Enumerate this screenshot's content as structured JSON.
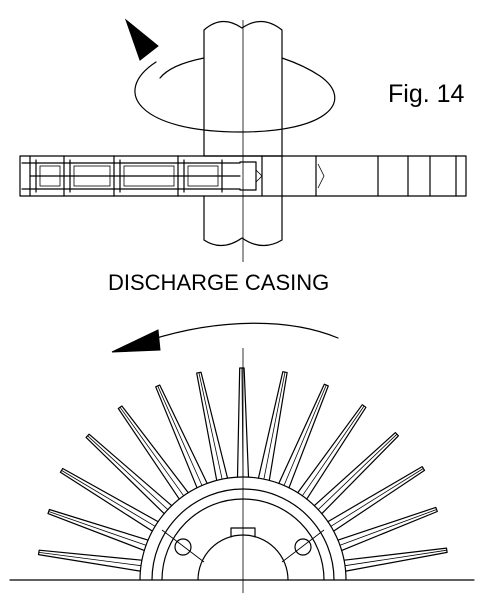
{
  "figure": {
    "label": "Fig. 14",
    "caption": "DISCHARGE CASING",
    "blade_count": 15,
    "line_color": "#000000",
    "background": "#ffffff"
  },
  "rotation": {
    "top_view": "counter-clockwise",
    "bottom_view": "counter-clockwise"
  }
}
